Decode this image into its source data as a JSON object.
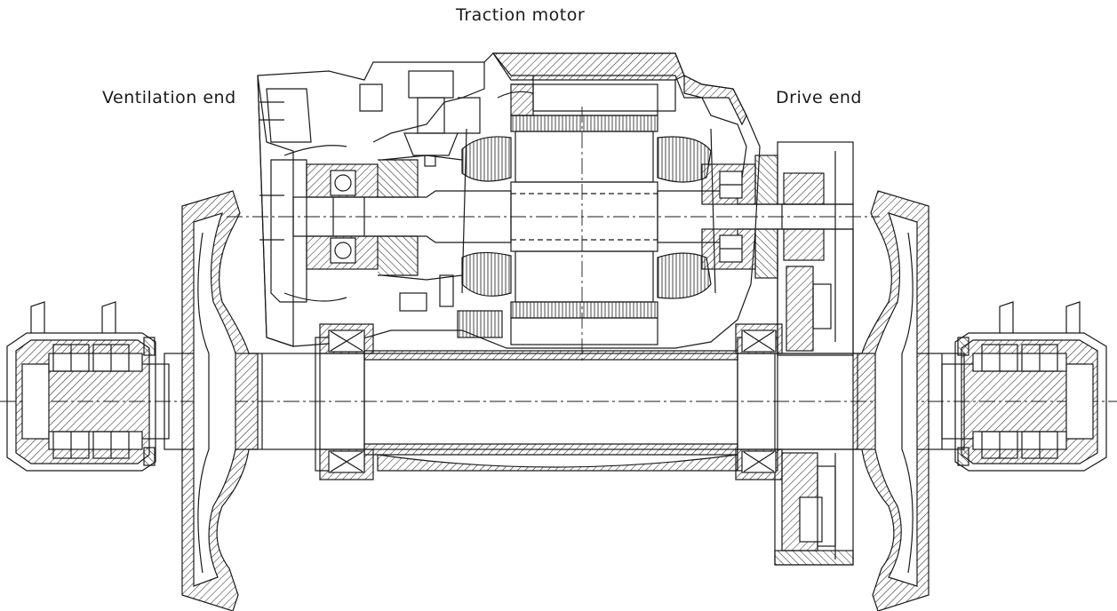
{
  "labels": {
    "title": "Traction motor",
    "ventilation_end": "Ventilation end",
    "drive_end": "Drive end"
  },
  "colors": {
    "line": "#1a1a1a",
    "background": "#ffffff"
  }
}
